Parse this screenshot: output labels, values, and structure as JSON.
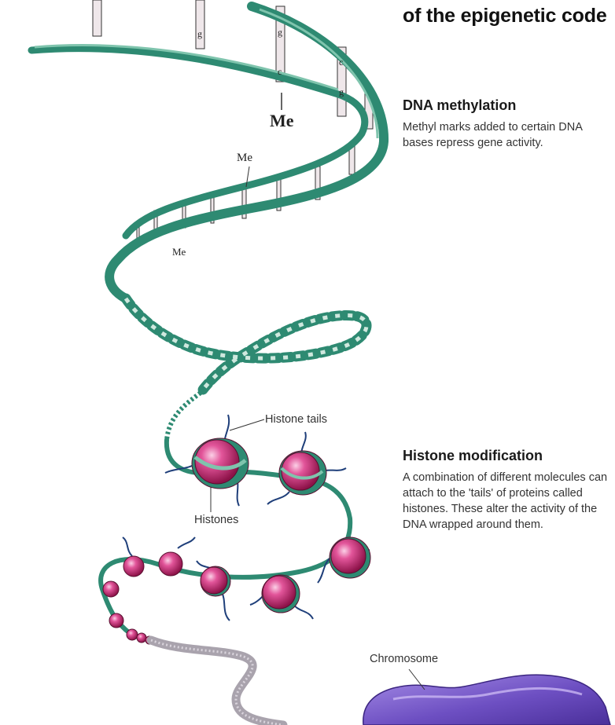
{
  "title": "of the epigenetic code",
  "methylation": {
    "heading": "DNA methylation",
    "body": "Methyl marks added to certain DNA bases repress gene activity.",
    "marks": [
      "Me",
      "Me",
      "Me"
    ]
  },
  "histone": {
    "heading": "Histone modification",
    "body": "A combination of different molecules can attach to the 'tails' of proteins called histones. These alter the activity of the DNA wrapped around them."
  },
  "labels": {
    "histone_tails": "Histone tails",
    "histones": "Histones",
    "chromosome": "Chromosome"
  },
  "bases": [
    "g",
    "g",
    "c",
    "c",
    "g"
  ],
  "colors": {
    "dna_strand": "#2e8a72",
    "dna_highlight": "#7fc4ad",
    "histone": "#d8327f",
    "histone_highlight": "#f7a6cf",
    "chromosome": "#7a5fc8",
    "fiber": "#a9a3ad",
    "tail": "#1f3f7a"
  }
}
